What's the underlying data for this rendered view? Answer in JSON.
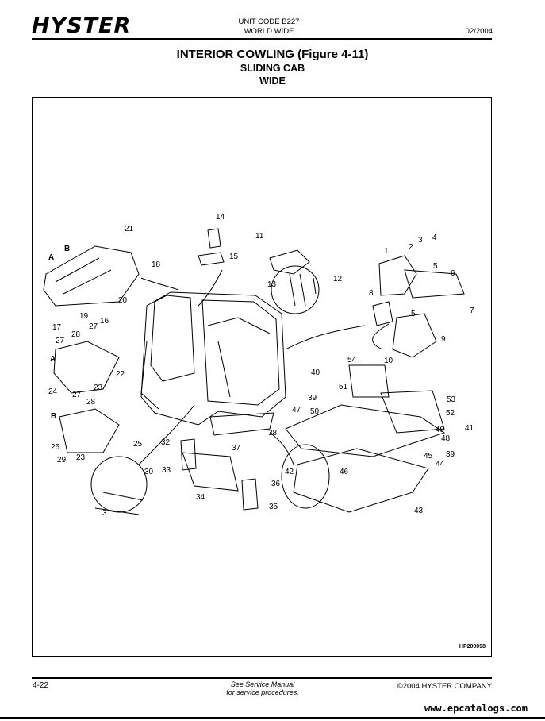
{
  "header": {
    "logo": "HYSTER",
    "unit_code": "UNIT CODE B227",
    "region": "WORLD WIDE",
    "date": "02/2004"
  },
  "title": {
    "main": "INTERIOR COWLING (Figure 4-11)",
    "line2": "SLIDING CAB",
    "line3": "WIDE"
  },
  "figure": {
    "code": "HP200098",
    "callouts": [
      "1",
      "2",
      "3",
      "4",
      "5",
      "5",
      "6",
      "7",
      "8",
      "9",
      "10",
      "11",
      "12",
      "13",
      "14",
      "15",
      "16",
      "17",
      "18",
      "19",
      "20",
      "21",
      "22",
      "23",
      "23",
      "24",
      "25",
      "26",
      "27",
      "27",
      "27",
      "28",
      "28",
      "29",
      "30",
      "31",
      "32",
      "33",
      "34",
      "35",
      "36",
      "37",
      "38",
      "39",
      "39",
      "40",
      "41",
      "42",
      "43",
      "44",
      "45",
      "46",
      "47",
      "48",
      "49",
      "50",
      "51",
      "52",
      "53",
      "54"
    ],
    "view_letters": [
      "A",
      "B",
      "A",
      "B"
    ]
  },
  "footer": {
    "page": "4-22",
    "note_line1": "See Service Manual",
    "note_line2": "for service procedures.",
    "copyright": "©2004 HYSTER COMPANY",
    "website": "www.epcatalogs.com"
  }
}
